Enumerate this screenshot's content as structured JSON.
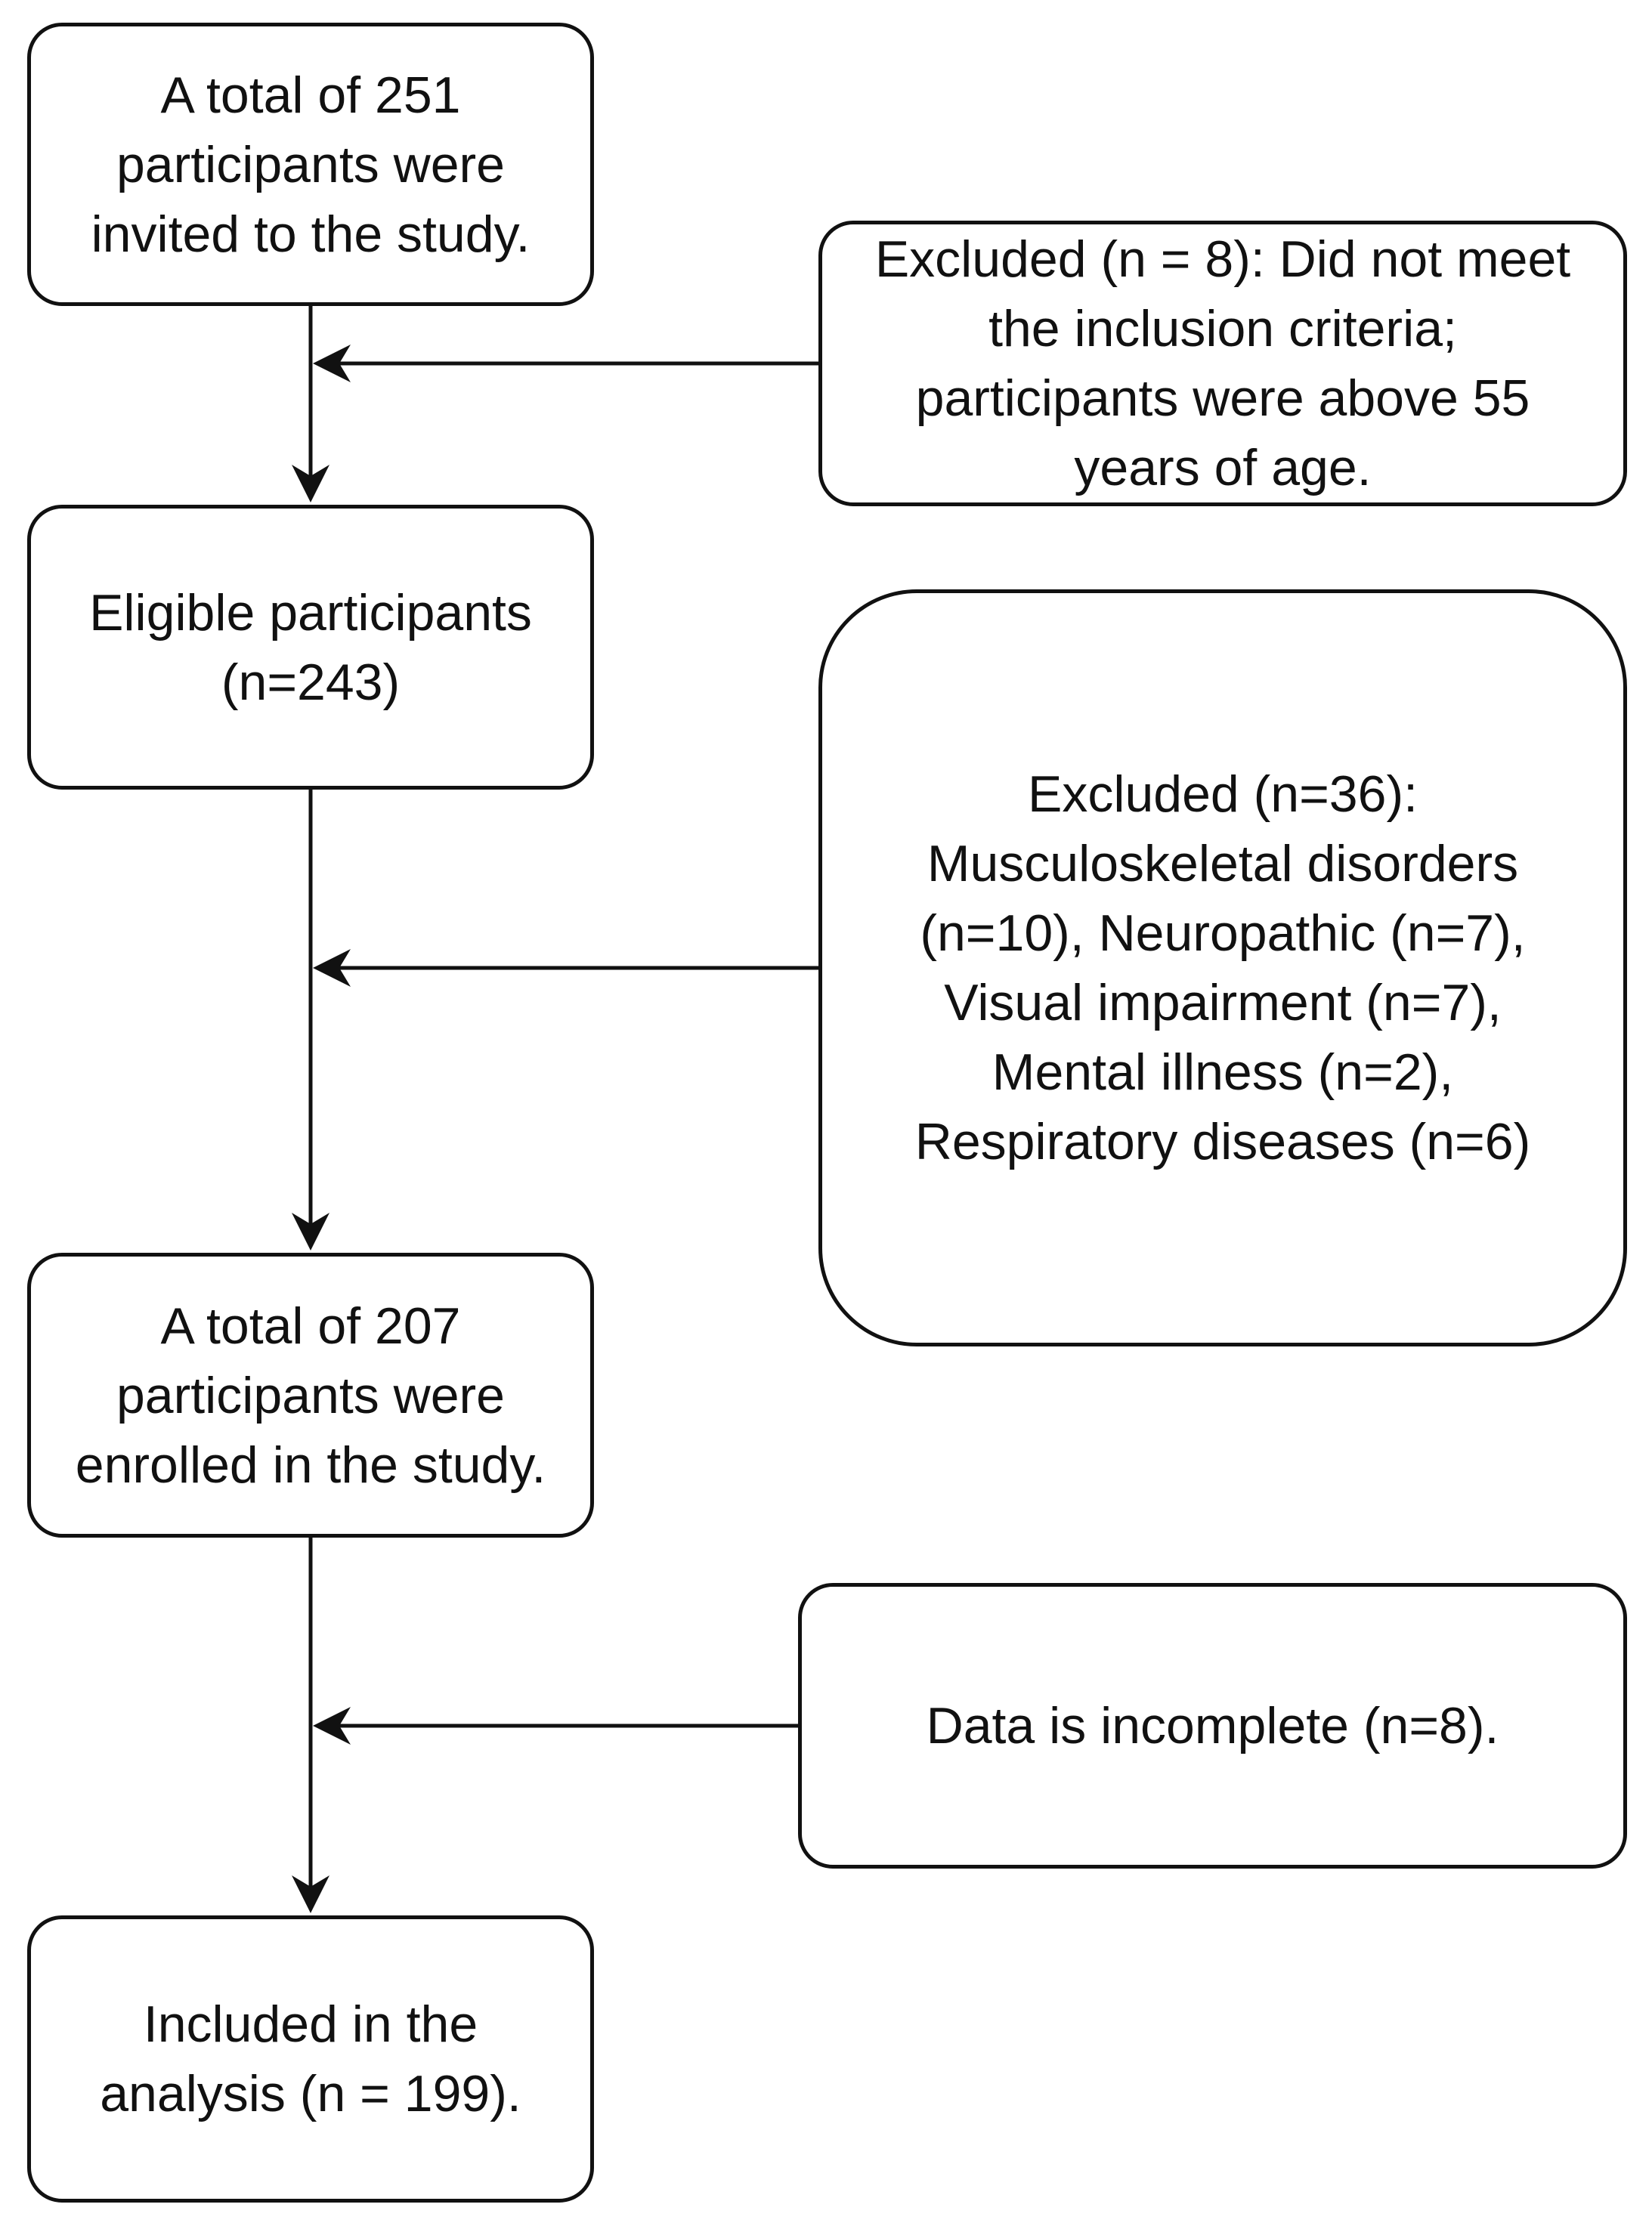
{
  "diagram": {
    "nodes": {
      "invited": "A total of 251\nparticipants were\ninvited to the study.",
      "excluded_age": "Excluded (n = 8): Did not meet\nthe inclusion criteria;\nparticipants were above 55\nyears of age.",
      "eligible": "Eligible participants\n(n=243)",
      "excluded_health": "Excluded (n=36):\nMusculoskeletal disorders\n(n=10), Neuropathic (n=7),\nVisual impairment (n=7),\nMental illness (n=2),\nRespiratory diseases (n=6)",
      "enrolled": "A total of 207\nparticipants were\nenrolled in the study.",
      "incomplete": "Data is incomplete (n=8).",
      "included": "Included in the\nanalysis (n = 199)."
    },
    "colors": {
      "stroke": "#111111",
      "fill": "#ffffff",
      "text": "#111111"
    }
  }
}
